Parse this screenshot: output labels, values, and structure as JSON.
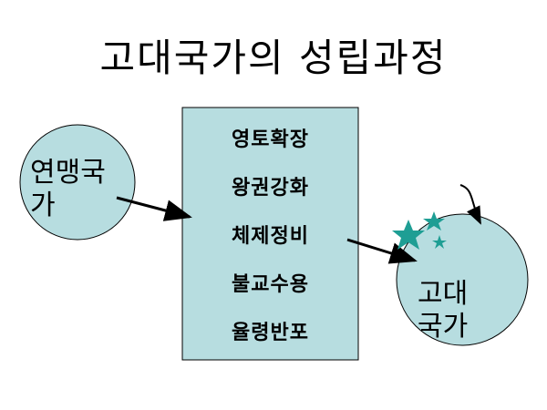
{
  "title": "고대국가의 성립과정",
  "left_circle": {
    "lines": [
      "연맹국",
      "가"
    ]
  },
  "right_circle": {
    "lines": [
      "고대",
      "국가"
    ]
  },
  "box": {
    "items": [
      "영토확장",
      "왕권강화",
      "체제정비",
      "불교수용",
      "율령반포"
    ]
  },
  "colors": {
    "fill": "#B7DDE0",
    "star": "#1E9E94",
    "stroke": "#000000"
  }
}
